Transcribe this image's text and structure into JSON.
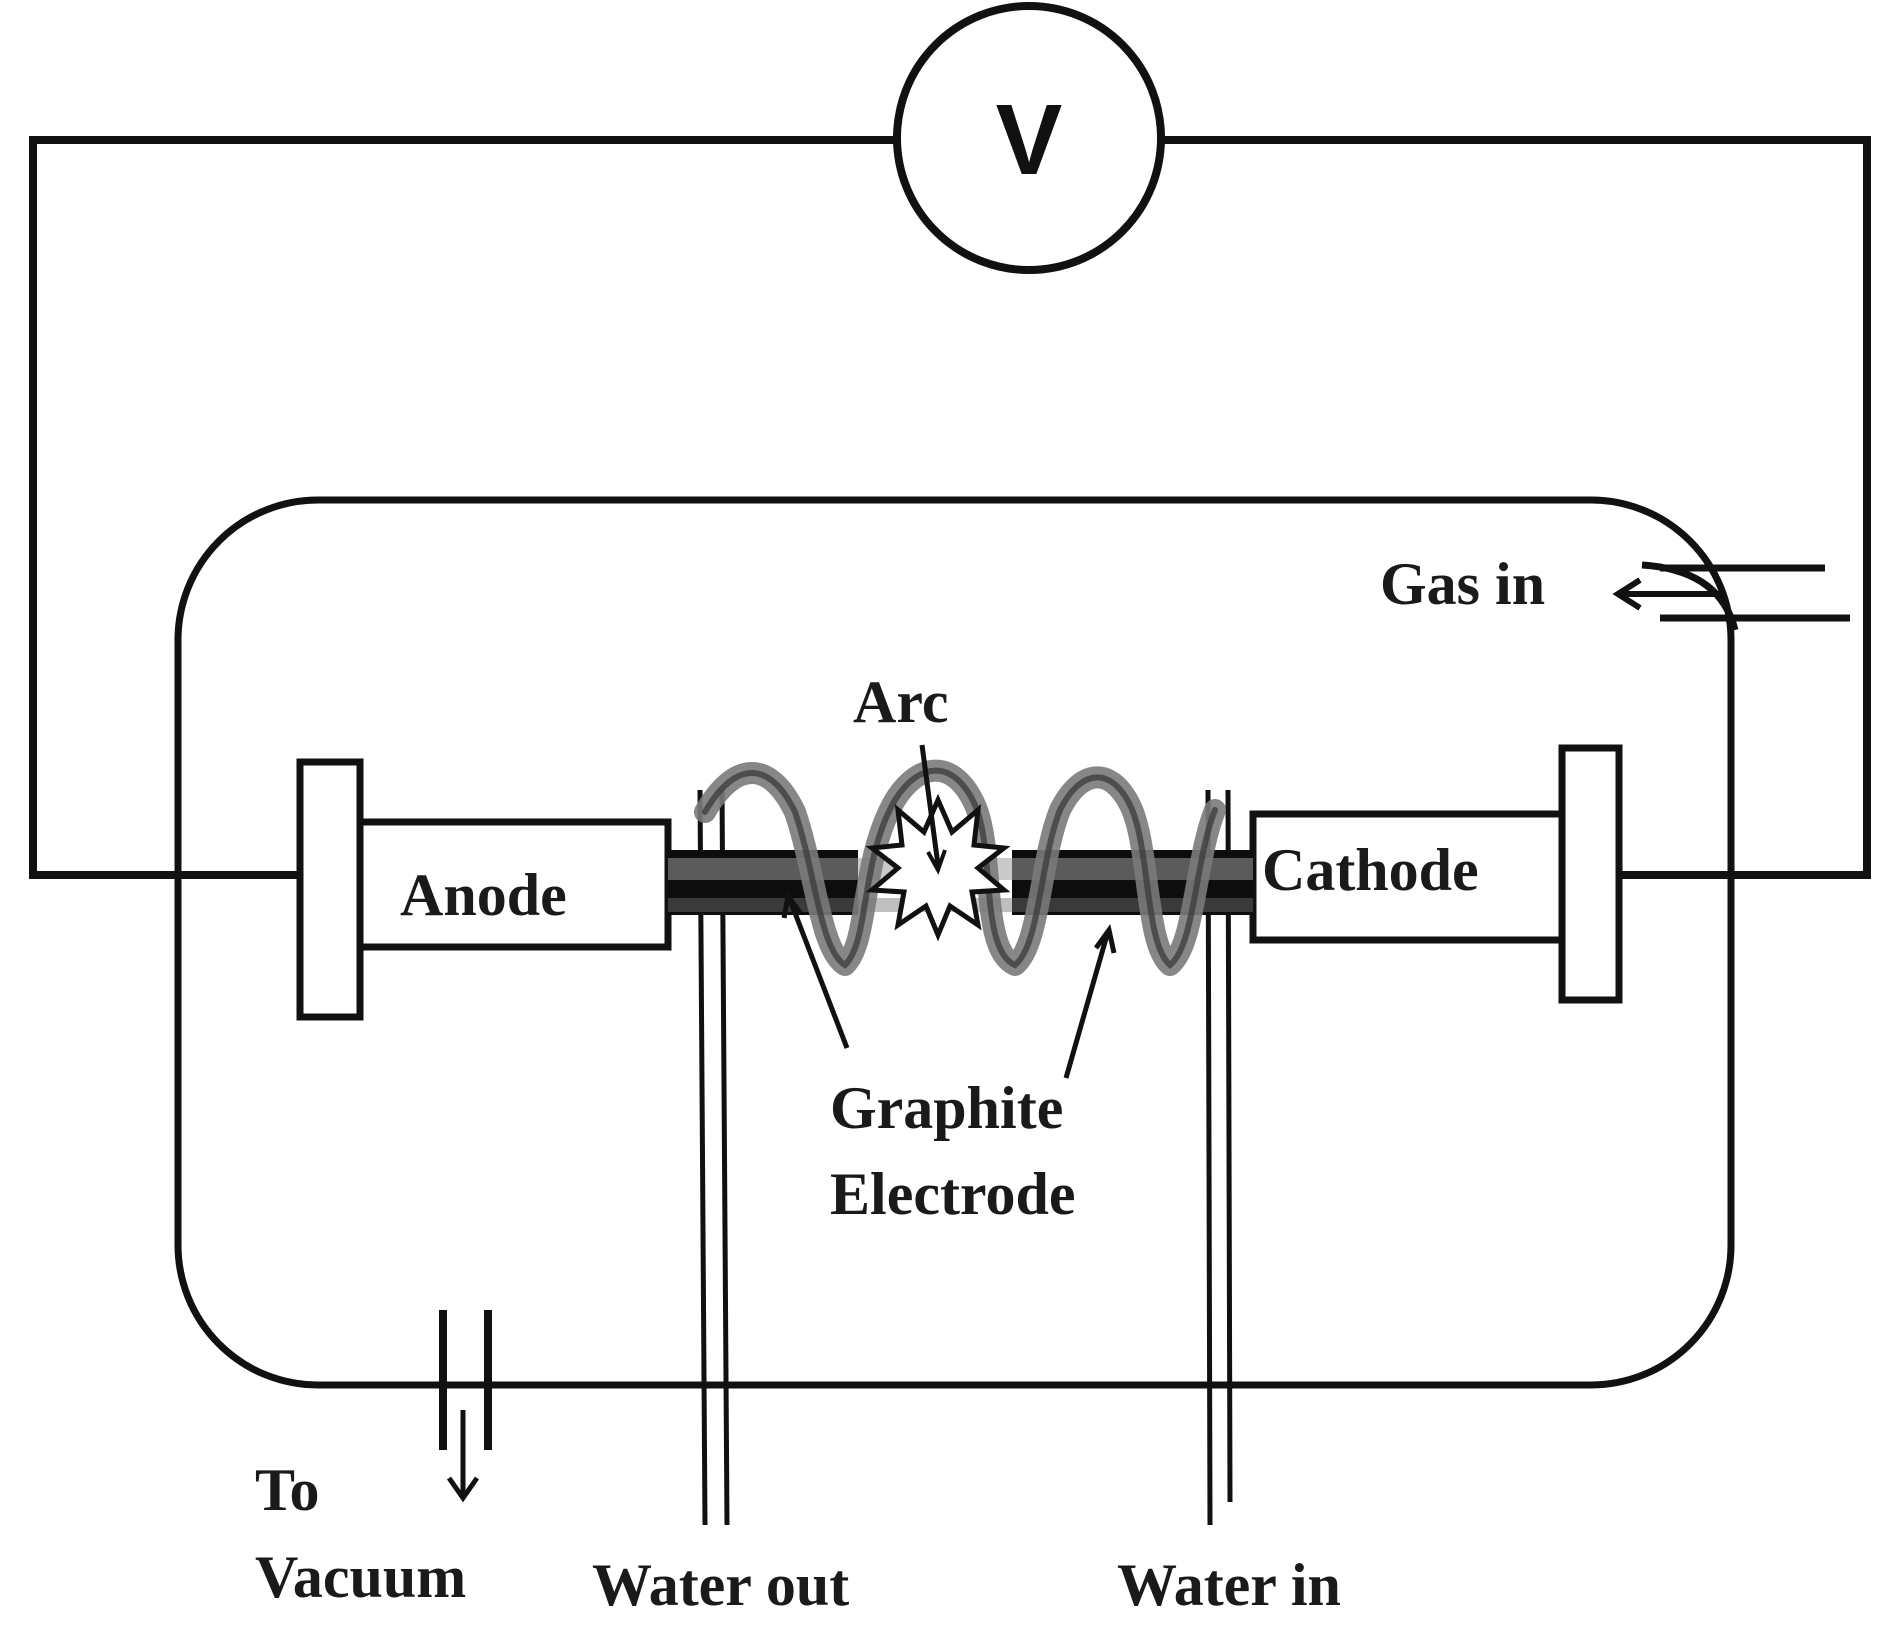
{
  "voltmeter": {
    "symbol": "V"
  },
  "labels": {
    "anode": "Anode",
    "cathode": "Cathode",
    "arc": "Arc",
    "gas_in": "Gas in",
    "graphite_line1": "Graphite",
    "graphite_line2": "Electrode",
    "to_vacuum_line1": "To",
    "to_vacuum_line2": "Vacuum",
    "water_out": "Water out",
    "water_in": "Water in"
  },
  "colors": {
    "line": "#111111",
    "coil": "#7a7a7a",
    "rod": "#0d0d0d",
    "background": "#ffffff"
  }
}
